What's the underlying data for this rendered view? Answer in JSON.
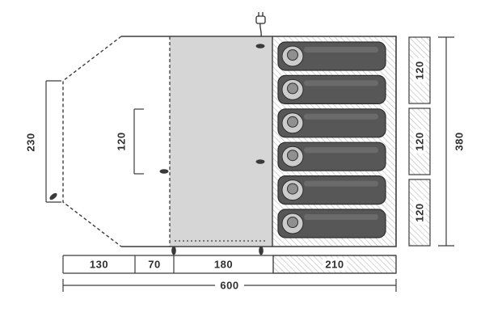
{
  "diagram": {
    "type": "tent-floorplan",
    "dim_labels": {
      "porch_depth": "230",
      "inner_door_width": "120",
      "depth_total": "380",
      "berths": [
        "120",
        "120",
        "120"
      ],
      "bottom_chain": [
        "130",
        "70",
        "180",
        "210"
      ],
      "width_total": "600"
    },
    "sleeping": {
      "bag_count": 6
    },
    "colors": {
      "outline": "#3c3c3c",
      "living_area_fill": "#d6d6d6",
      "hatch_line": "#bdbdbd",
      "sleeping_bag_fill": "#575757",
      "label_text": "#2f2f2f"
    }
  }
}
